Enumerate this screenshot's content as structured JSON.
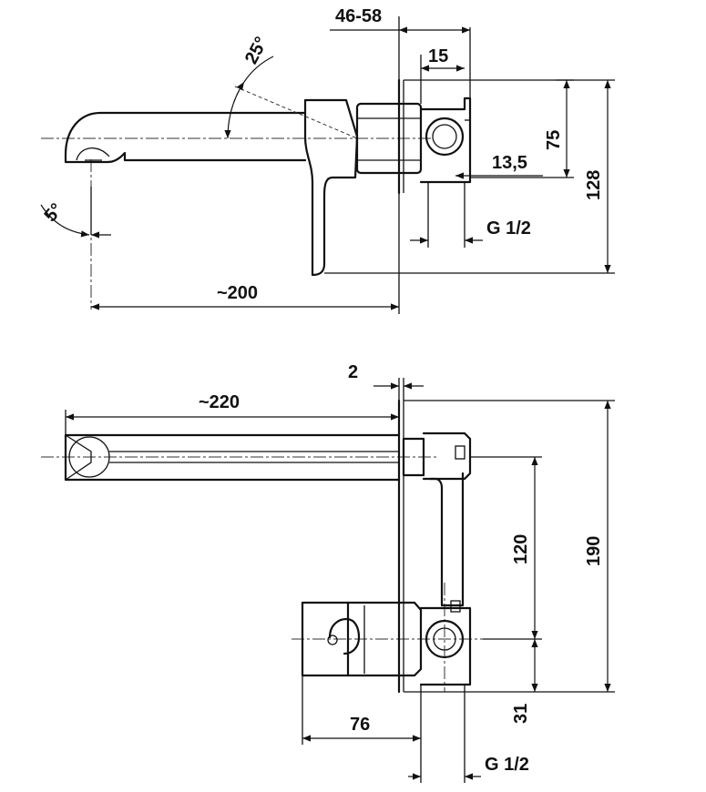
{
  "top_view": {
    "angle_spout": "25°",
    "angle_drop": "5°",
    "dim_wall_range": "46-58",
    "dim_body_width": "15",
    "dim_height_75": "75",
    "dim_height_128": "128",
    "dim_offset_13_5": "13,5",
    "thread": "G 1/2",
    "dim_reach": "~200"
  },
  "front_view": {
    "dim_plate": "2",
    "dim_reach": "~220",
    "dim_spacing": "120",
    "dim_total_height": "190",
    "dim_lever": "76",
    "dim_bottom": "31",
    "thread": "G 1/2"
  }
}
